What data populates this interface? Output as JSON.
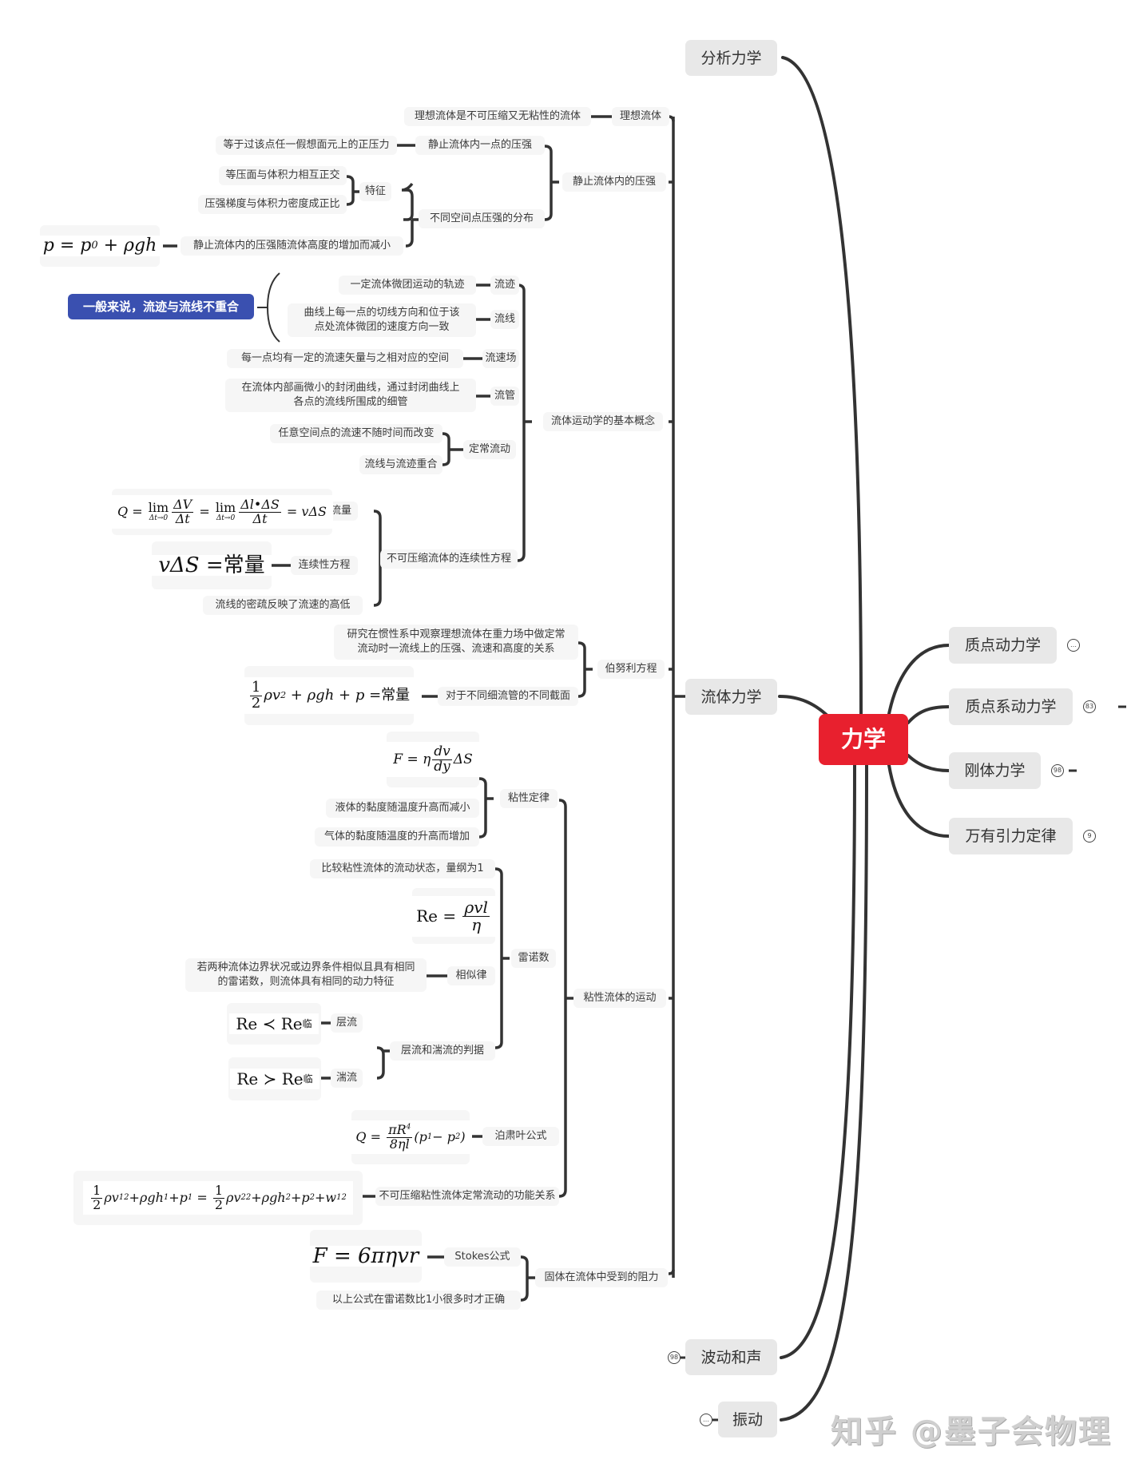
{
  "root": {
    "label": "力学",
    "color": "#e8202e"
  },
  "level1": [
    {
      "id": "analytical",
      "label": "分析力学"
    },
    {
      "id": "fluid",
      "label": "流体力学"
    },
    {
      "id": "wave",
      "label": "波动和声",
      "badge": "98"
    },
    {
      "id": "vibration",
      "label": "振动",
      "badge": "…"
    },
    {
      "id": "particle",
      "label": "质点动力学",
      "badge": "…"
    },
    {
      "id": "system",
      "label": "质点系动力学",
      "badge": "83"
    },
    {
      "id": "rigid",
      "label": "刚体力学",
      "badge": "98"
    },
    {
      "id": "gravity",
      "label": "万有引力定律",
      "badge": "9"
    }
  ],
  "fluid": {
    "ideal": {
      "label": "理想流体",
      "desc": "理想流体是不可压缩又无粘性的流体"
    },
    "static": {
      "label": "静止流体内的压强",
      "point": {
        "label": "静止流体内一点的压强",
        "desc": "等于过该点任一假想面元上的正压力"
      },
      "distribution": {
        "label": "不同空间点压强的分布",
        "feature": {
          "label": "特征",
          "items": [
            "等压面与体积力相互正交",
            "压强梯度与体积力密度成正比"
          ]
        },
        "height": {
          "label": "静止流体内的压强随流体高度的增加而减小",
          "formula": "p = p₀ + ρgh"
        }
      }
    },
    "kinematics": {
      "label": "流体运动学的基本概念",
      "callout": "一般来说，流迹与流线不重合",
      "pathline": {
        "label": "流迹",
        "desc": "一定流体微团运动的轨迹"
      },
      "streamline": {
        "label": "流线",
        "desc_line1": "曲线上每一点的切线方向和位于该",
        "desc_line2": "点处流体微团的速度方向一致"
      },
      "field": {
        "label": "流速场",
        "desc": "每一点均有一定的流速矢量与之相对应的空间"
      },
      "tube": {
        "label": "流管",
        "desc_line1": "在流体内部画微小的封闭曲线，通过封闭曲线上",
        "desc_line2": "各点的流线所围成的细管"
      },
      "steady": {
        "label": "定常流动",
        "items": [
          "任意空间点的流速不随时间而改变",
          "流线与流迹重合"
        ]
      },
      "continuity": {
        "label": "不可压缩流体的连续性方程",
        "flow": {
          "label": "流量",
          "formula": "Q = lim ΔV/Δt = lim Δl·ΔS/Δt = vΔS"
        },
        "equation": {
          "label": "连续性方程",
          "formula": "vΔS = 常量"
        },
        "note": "流线的密疏反映了流速的高低"
      }
    },
    "bernoulli": {
      "label": "伯努利方程",
      "desc_line1": "研究在惯性系中观察理想流体在重力场中做定常",
      "desc_line2": "流动时一流线上的压强、流速和高度的关系",
      "section": {
        "label": "对于不同细流管的不同截面",
        "formula": "½ρv² + ρgh + p = 常量"
      }
    },
    "viscous": {
      "label": "粘性流体的运动",
      "law": {
        "label": "粘性定律",
        "formula": "F = η dv/dy ΔS",
        "items": [
          "液体的黏度随温度升高而减小",
          "气体的黏度随温度的升高而增加"
        ]
      },
      "reynolds": {
        "label": "雷诺数",
        "desc": "比较粘性流体的流动状态，量纲为1",
        "formula": "Re = ρvl/η",
        "similarity": {
          "label": "相似律",
          "desc_line1": "若两种流体边界状况或边界条件相似且具有相同",
          "desc_line2": "的雷诺数，则流体具有相同的动力特征"
        },
        "criterion": {
          "label": "层流和湍流的判据",
          "laminar": {
            "label": "层流",
            "formula": "Re ≺ Re临"
          },
          "turbulent": {
            "label": "湍流",
            "formula": "Re ≻ Re临"
          }
        }
      },
      "poiseuille": {
        "label": "泊肃叶公式",
        "formula": "Q = πR⁴/(8ηl) (p₁ − p₂)"
      },
      "energy": {
        "label": "不可压缩粘性流体定常流动的功能关系",
        "formula": "½ρv₁² + ρgh₁ + p₁ = ½ρv₂² + ρgh₂ + p₂ + w₁₂"
      }
    },
    "drag": {
      "label": "固体在流体中受到的阻力",
      "stokes": {
        "label": "Stokes公式",
        "formula": "F = 6πηvr"
      },
      "note": "以上公式在雷诺数比1小很多时才正确"
    }
  },
  "watermark": "知乎 @墨子会物理"
}
